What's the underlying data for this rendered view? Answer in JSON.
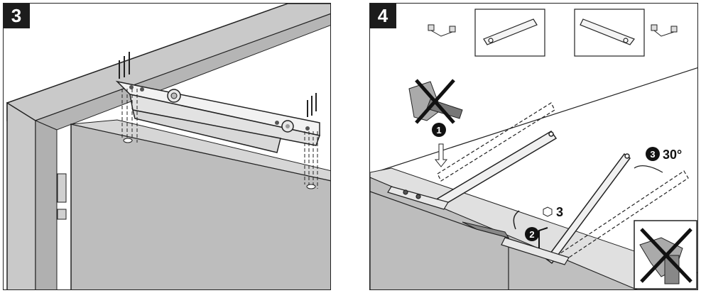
{
  "panels": [
    {
      "number": "3"
    },
    {
      "number": "4"
    }
  ],
  "callouts": {
    "step1": "1",
    "step2": "2",
    "step3": "3",
    "angle": "30°",
    "hex_size": "3"
  }
}
